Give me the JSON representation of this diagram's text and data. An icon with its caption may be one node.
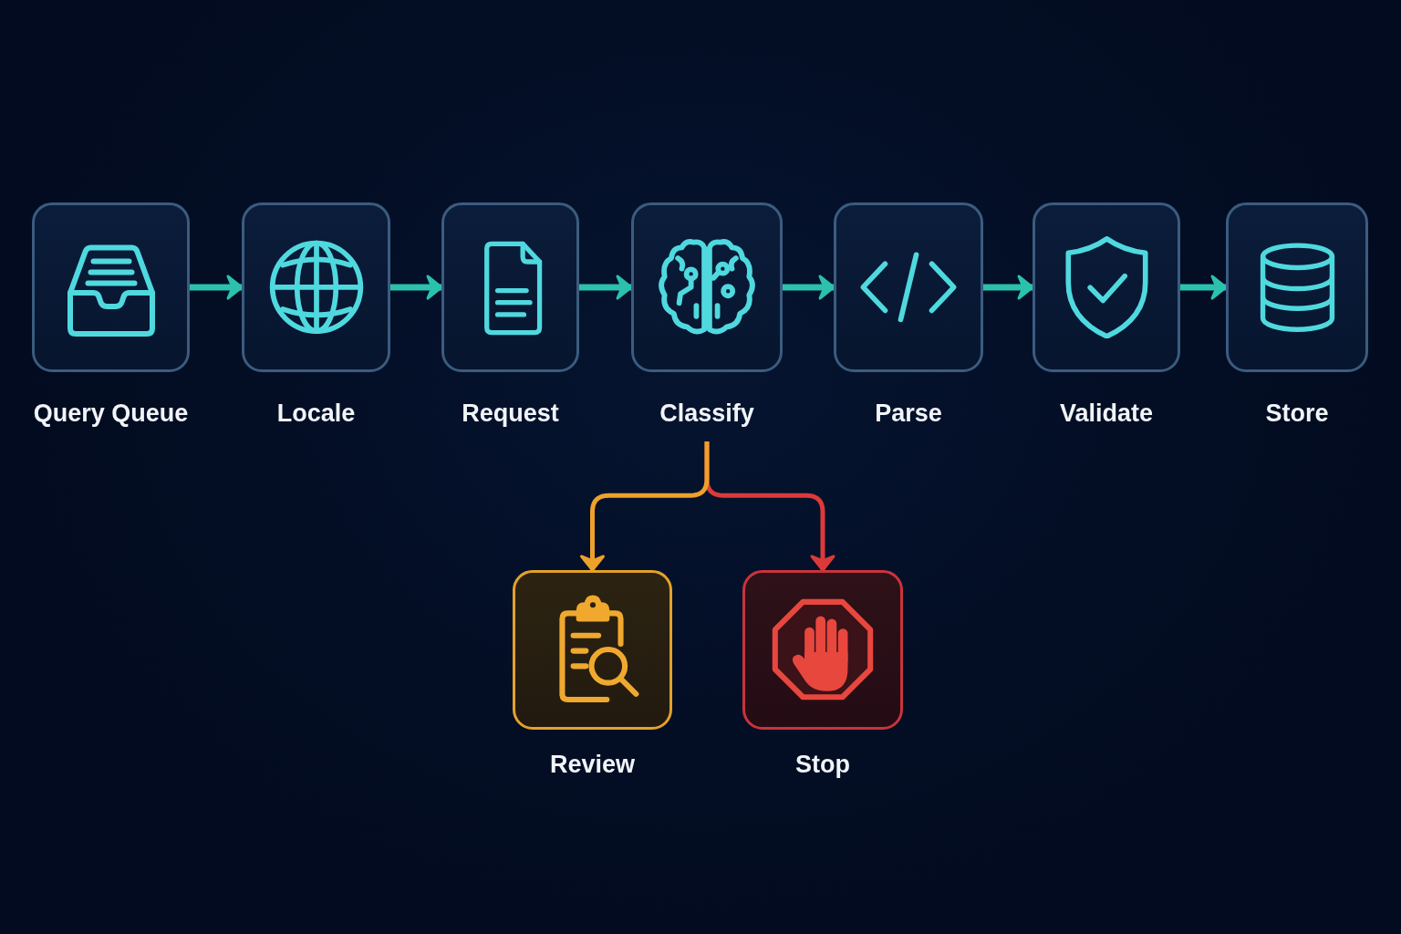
{
  "diagram": {
    "nodes": [
      {
        "text": [
          "Query Queue"
        ]
      },
      {
        "text": [
          "Locale"
        ]
      },
      {
        "text": [
          "Request"
        ]
      },
      {
        "text": [
          "Classify"
        ]
      },
      {
        "text": [
          "Parse"
        ]
      },
      {
        "text": [
          "Validate"
        ]
      },
      {
        "text": [
          "Store"
        ]
      },
      {
        "text": [
          "Review"
        ]
      },
      {
        "text": [
          "Stop"
        ]
      }
    ],
    "edges": [
      {
        "from": 0,
        "to": 1,
        "arrow": "to"
      },
      {
        "from": 1,
        "to": 2,
        "arrow": "to"
      },
      {
        "from": 2,
        "to": 3,
        "arrow": "to"
      },
      {
        "from": 3,
        "to": 4,
        "arrow": "to"
      },
      {
        "from": 4,
        "to": 5,
        "arrow": "to"
      },
      {
        "from": 5,
        "to": 6,
        "arrow": "to"
      },
      {
        "from": 3,
        "to": 7,
        "arrow": "to",
        "color": "#eea12a"
      },
      {
        "from": 3,
        "to": 8,
        "arrow": "to",
        "color": "#dc3a3a"
      }
    ]
  }
}
